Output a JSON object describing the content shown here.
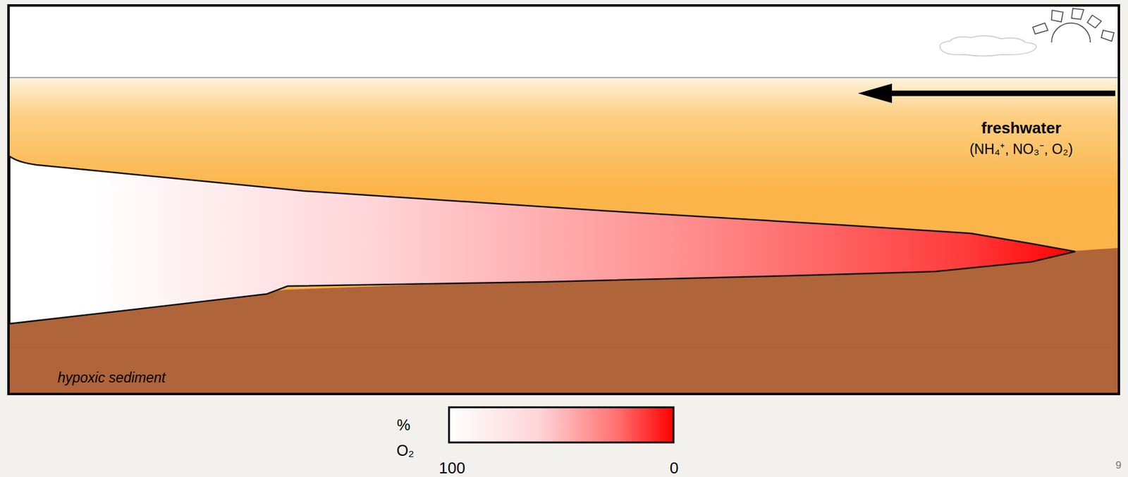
{
  "diagram": {
    "labels": [
      "freshwater",
      "(NH₄⁺, NO₃⁻, O₂)",
      "hypoxic sediment",
      "%",
      "O₂",
      "100",
      "0",
      "9"
    ]
  }
}
